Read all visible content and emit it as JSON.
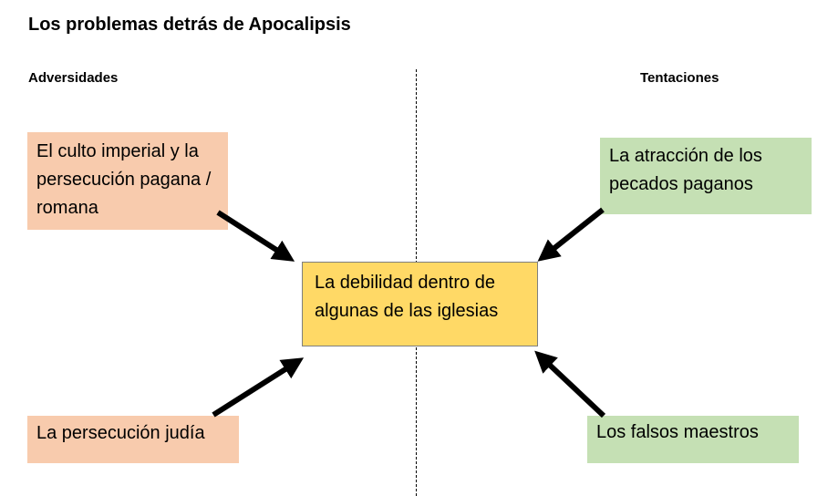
{
  "title": "Los problemas detrás de Apocalipsis",
  "columns": {
    "left": "Adversidades",
    "right": "Tentaciones"
  },
  "boxes": {
    "center": "La debilidad dentro de algunas de las iglesias",
    "top_left": "El culto imperial y la persecución pagana / romana",
    "bottom_left": "La persecución judía",
    "top_right": "La atracción de los pecados paganos",
    "bottom_right": "Los falsos maestros"
  },
  "colors": {
    "peach": "#f8cbad",
    "green": "#c5e0b4",
    "center": "#ffd966"
  }
}
